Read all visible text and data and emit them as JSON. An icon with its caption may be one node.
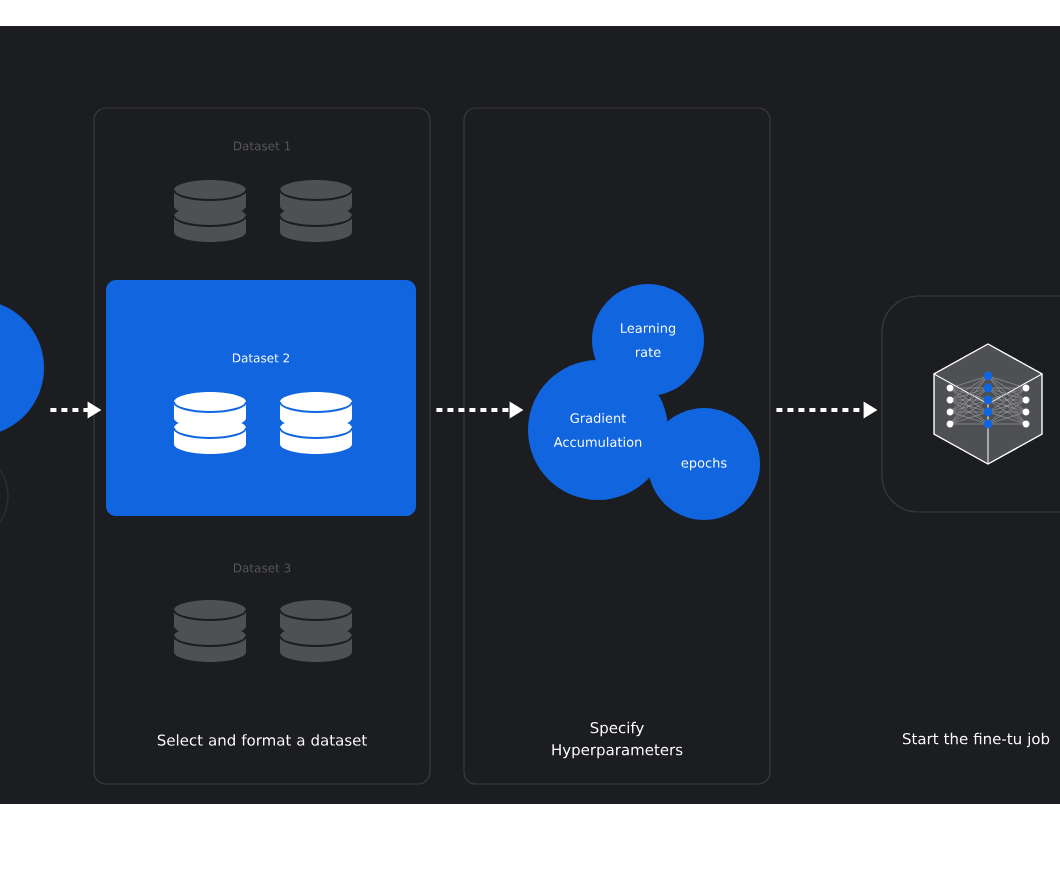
{
  "diagram": {
    "nodes": [
      {
        "text": [],
        "shape": "circle"
      },
      {
        "text": [],
        "shape": "circle"
      },
      {
        "text": [
          "Select and format a dataset"
        ]
      },
      {
        "text": [
          "Dataset 2"
        ],
        "in": 2
      },
      {
        "text": [
          "Specify Hyperparameters"
        ]
      },
      {
        "text": [
          "Learning rate"
        ],
        "in": 4
      },
      {
        "text": [
          "Gradient Accumulation"
        ],
        "in": 4
      },
      {
        "text": [
          "epochs"
        ],
        "in": 4
      },
      {
        "text": [],
        "shape": "box"
      }
    ],
    "edges": [
      {
        "from": 0,
        "to": 3,
        "arrow": "to",
        "style": "dashed"
      },
      {
        "from": 2,
        "to": 6,
        "arrow": "to",
        "style": "dashed"
      },
      {
        "from": 4,
        "to": 8,
        "arrow": "to",
        "style": "dashed"
      }
    ],
    "labels": [
      "Dataset 1",
      "Dataset 3",
      "Start the fine-tu job"
    ]
  }
}
